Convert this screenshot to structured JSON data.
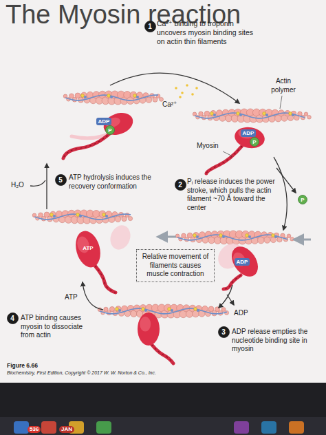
{
  "diagram": {
    "title": "The Myosin reaction",
    "nodes": [
      {
        "text": [
          "1"
        ]
      },
      {
        "text": [
          "ADP"
        ]
      },
      {
        "text": [
          "P"
        ]
      },
      {
        "text": [
          "ADP"
        ]
      },
      {
        "text": [
          "P"
        ]
      },
      {
        "text": [
          "5"
        ]
      },
      {
        "text": [
          "2"
        ]
      },
      {
        "text": [
          "P"
        ]
      },
      {
        "text": [
          "ATP"
        ]
      },
      {
        "text": [
          "Relative movement of filaments causes muscle contraction"
        ]
      },
      {
        "text": [
          "ADP"
        ]
      },
      {
        "text": [
          "4"
        ]
      },
      {
        "text": [
          "3"
        ]
      }
    ],
    "labels": [
      "Ca²⁺ binding to troponin uncovers myosin binding sites on actin thin filaments",
      "Actin polymer",
      "Ca²⁺",
      "Myosin",
      "H₂O",
      "ATP hydrolysis induces the recovery conformation",
      "Pᵢ release induces the power stroke, which pulls the actin filament ~70 Å toward the center",
      "ATP",
      "ATP binding causes myosin to dissociate from actin",
      "ADP",
      "ADP release empties the nucleotide binding site in myosin",
      "Figure 6.66",
      "Biochemistry, First Edition, Copyright © 2017 W. W. Norton & Co., Inc.",
      "536",
      "JAN"
    ]
  }
}
